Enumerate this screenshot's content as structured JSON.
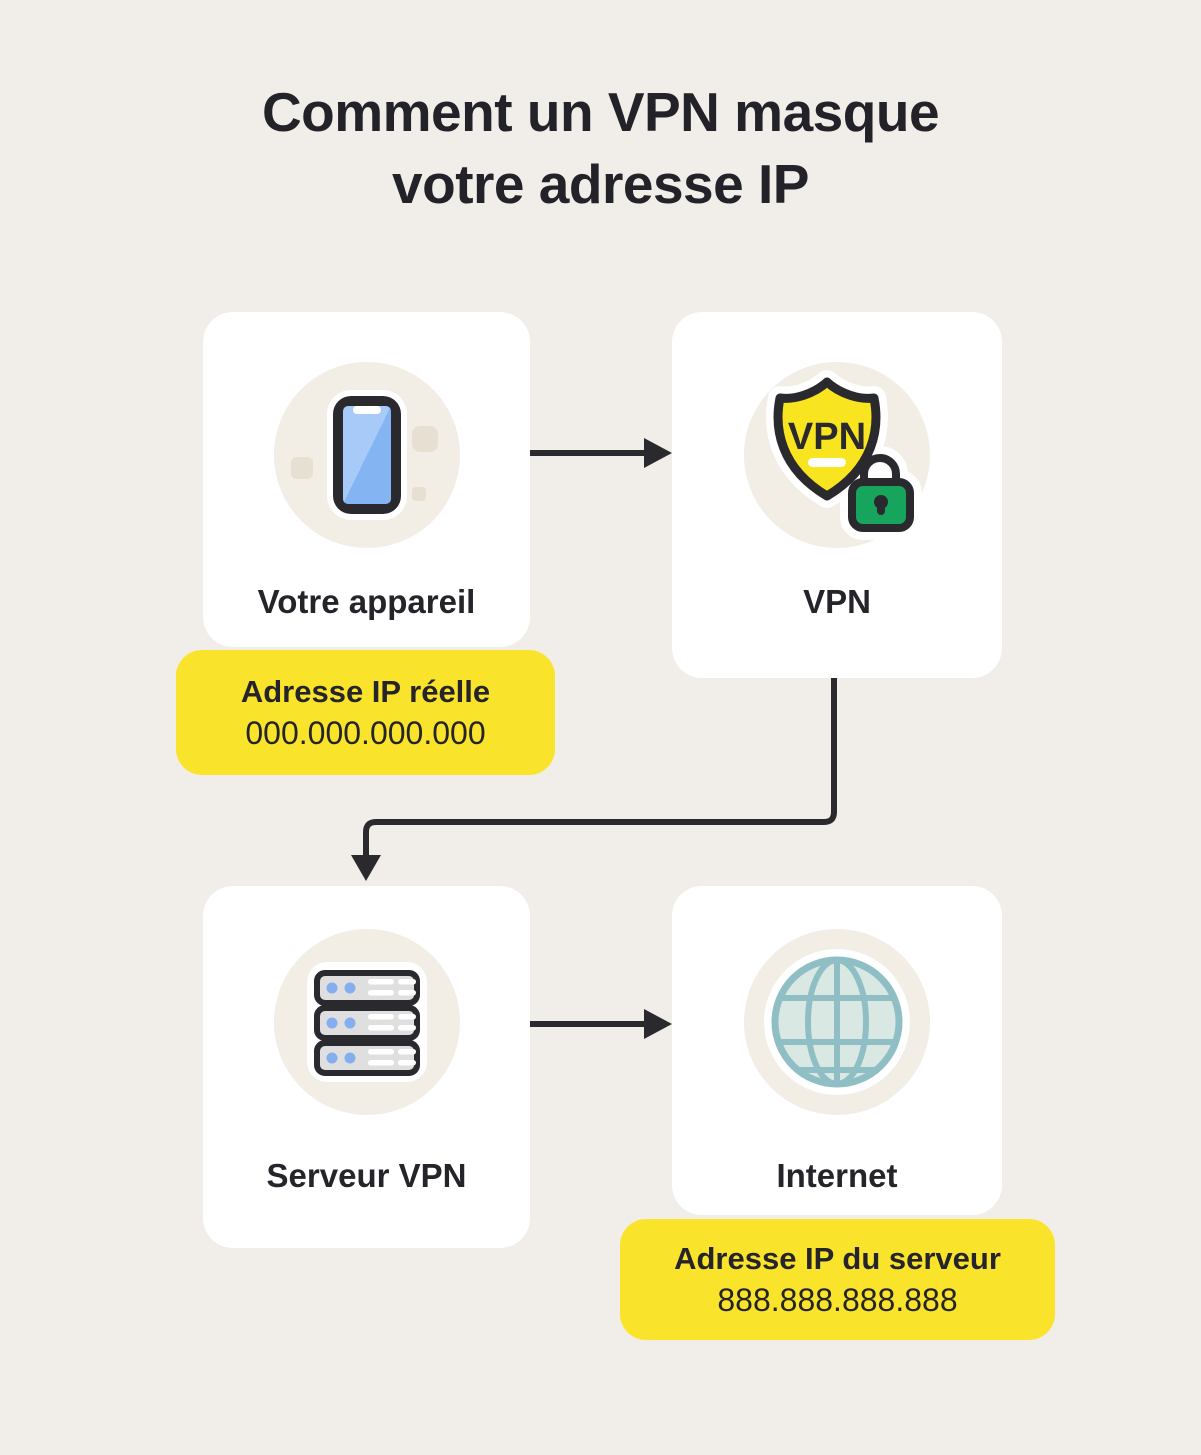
{
  "title": {
    "line1": "Comment un VPN masque",
    "line2": "votre adresse IP"
  },
  "cards": [
    {
      "label": "Votre appareil",
      "icon": "smartphone-icon"
    },
    {
      "label": "VPN",
      "icon": "vpn-shield-lock-icon",
      "shield_text": "VPN"
    },
    {
      "label": "Serveur VPN",
      "icon": "server-stack-icon"
    },
    {
      "label": "Internet",
      "icon": "globe-icon"
    }
  ],
  "badges": [
    {
      "title": "Adresse IP réelle",
      "value": "000.000.000.000"
    },
    {
      "title": "Adresse IP du serveur",
      "value": "888.888.888.888"
    }
  ],
  "flow": [
    {
      "from": "Votre appareil",
      "to": "VPN"
    },
    {
      "from": "VPN",
      "to": "Serveur VPN"
    },
    {
      "from": "Serveur VPN",
      "to": "Internet"
    }
  ],
  "colors": {
    "background": "#F1EEE9",
    "card": "#FFFFFF",
    "icon_circle": "#F2EDE5",
    "accent_yellow": "#FAE42B",
    "lock_green": "#17A45C",
    "phone_blue": "#84B4F2",
    "phone_blue_light": "#A8CAF8",
    "globe_teal": "#8FBFC4",
    "globe_fill": "#DAE8E4",
    "ink": "#26252B"
  }
}
